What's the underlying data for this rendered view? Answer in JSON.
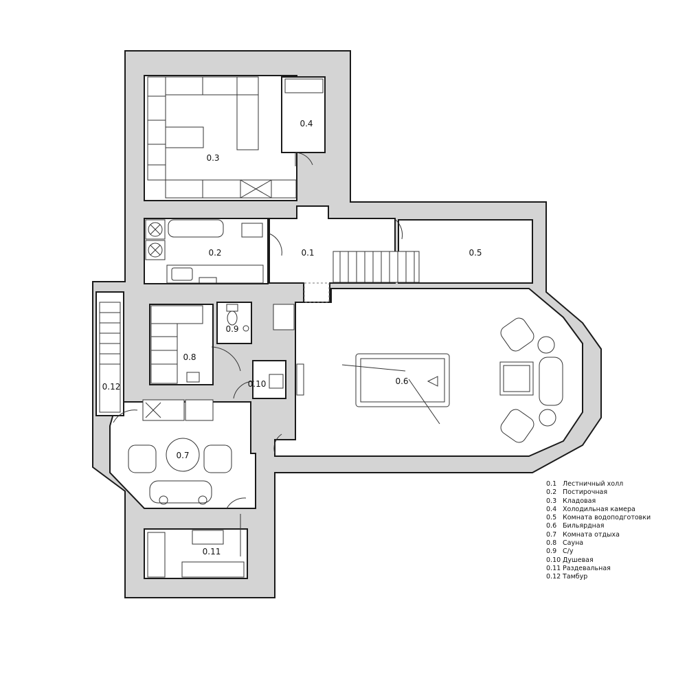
{
  "rooms": [
    {
      "id": "0.1"
    },
    {
      "id": "0.2"
    },
    {
      "id": "0.3"
    },
    {
      "id": "0.4"
    },
    {
      "id": "0.5"
    },
    {
      "id": "0.6"
    },
    {
      "id": "0.7"
    },
    {
      "id": "0.8"
    },
    {
      "id": "0.9"
    },
    {
      "id": "0.10"
    },
    {
      "id": "0.11"
    },
    {
      "id": "0.12"
    }
  ],
  "legend": [
    {
      "num": "0.1",
      "name": "Лестничный холл"
    },
    {
      "num": "0.2",
      "name": "Постирочная"
    },
    {
      "num": "0.3",
      "name": "Кладовая"
    },
    {
      "num": "0.4",
      "name": "Холодильная камера"
    },
    {
      "num": "0.5",
      "name": "Комната водоподготовки"
    },
    {
      "num": "0.6",
      "name": "Бильярдная"
    },
    {
      "num": "0.7",
      "name": "Комната отдыха"
    },
    {
      "num": "0.8",
      "name": "Сауна"
    },
    {
      "num": "0.9",
      "name": "С/у"
    },
    {
      "num": "0.10",
      "name": "Душевая"
    },
    {
      "num": "0.11",
      "name": "Раздевальная"
    },
    {
      "num": "0.12",
      "name": "Тамбур"
    }
  ],
  "colors": {
    "wall_fill": "#d4d4d4",
    "line": "#1a1a1a",
    "floor": "#ffffff"
  }
}
